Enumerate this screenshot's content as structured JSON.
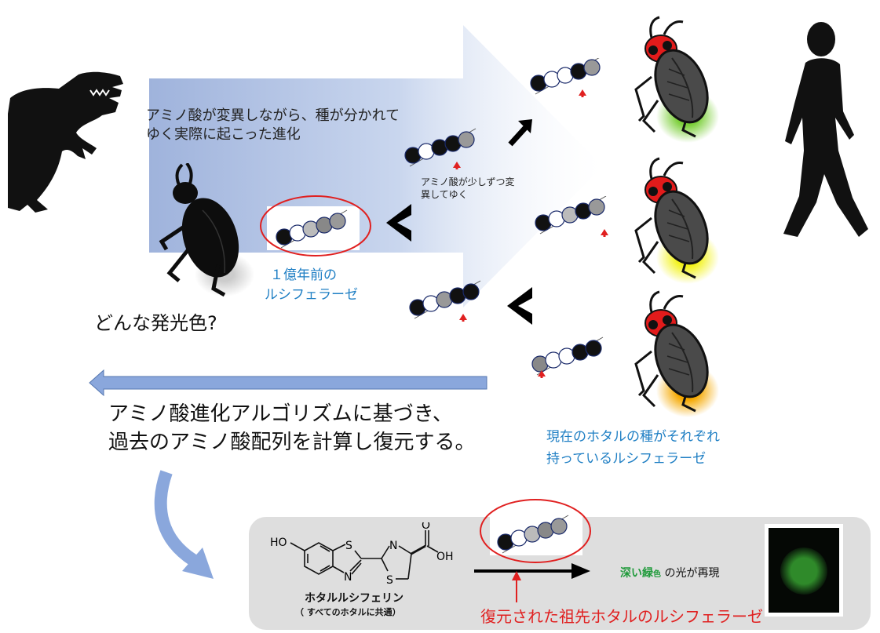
{
  "texts": {
    "evolution_caption": "アミノ酸が変異しながら、種が分かれてゆく実際に起こった進化",
    "mutation_caption": "アミノ酸が少しずつ変異してゆく",
    "ancestral_label_line1": "１億年前の",
    "ancestral_label_line2": "ルシフェラーゼ",
    "question": "どんな発光色?",
    "algorithm_line1": "アミノ酸進化アルゴリズムに基づき、",
    "algorithm_line2": "過去のアミノ酸配列を計算し復元する。",
    "current_label_line1": "現在のホタルの種がそれぞれ",
    "current_label_line2": "持っているルシフェラーゼ",
    "luciferin_name": "ホタルルシフェリン",
    "luciferin_note": "（ すべてのホタルに共通）",
    "restored_label": "復元された祖先ホタルのルシフェラーゼ",
    "result_colored": "深い緑",
    "result_small": "色",
    "result_rest": " の光が再現"
  },
  "chem_labels": {
    "ho": "HO",
    "s1": "S",
    "n1": "N",
    "n2": "N",
    "s2": "S",
    "o": "O",
    "oh": "OH"
  },
  "glow_colors": {
    "top": "#7ccf3a",
    "middle": "#f2f21a",
    "bottom": "#f5a800",
    "result": "#2f8a2a"
  },
  "accent_colors": {
    "circle_red": "#e02020",
    "caption_blue": "#1f7fc4",
    "arrow_blue": "#8aa7dc"
  }
}
